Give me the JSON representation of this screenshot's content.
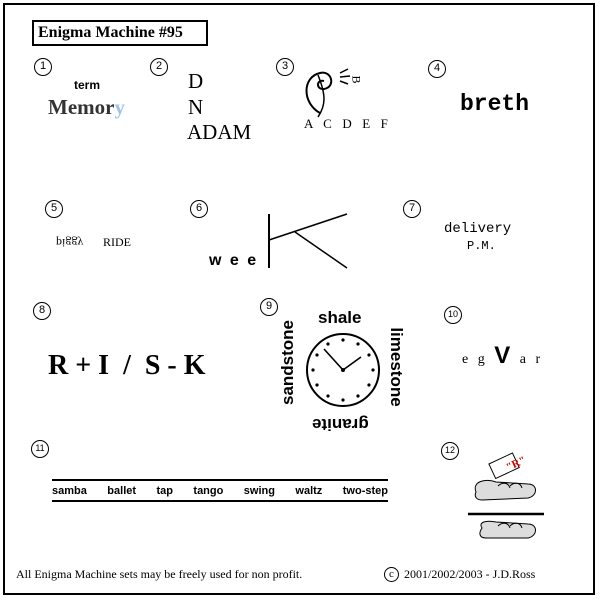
{
  "title": "Enigma Machine #95",
  "numbers": [
    "1",
    "2",
    "3",
    "4",
    "5",
    "6",
    "7",
    "8",
    "9",
    "10",
    "11",
    "12"
  ],
  "puzzle1": {
    "small": "term",
    "main": "Memor",
    "last": "y"
  },
  "puzzle2": {
    "line1": "D",
    "line2": "N",
    "line3": "ADAM"
  },
  "puzzle3": {
    "letter": "B",
    "row": "A  C  D  E  F"
  },
  "puzzle4": {
    "word": "breth"
  },
  "puzzle5": {
    "flipped": "piggy",
    "word": "RIDE"
  },
  "puzzle6": {
    "word": "w e e"
  },
  "puzzle7": {
    "line1": "delivery",
    "line2": "P.M."
  },
  "puzzle8": {
    "text": "R + I  /  S - K"
  },
  "puzzle9": {
    "top": "shale",
    "left": "sandstone",
    "right": "limestone",
    "bottom": "granite"
  },
  "puzzle10": {
    "before": "e g",
    "big": "V",
    "after": "a r"
  },
  "puzzle11": {
    "dances": [
      "samba",
      "ballet",
      "tap",
      "tango",
      "swing",
      "waltz",
      "two-step"
    ]
  },
  "puzzle12": {
    "tag": "\"R\""
  },
  "footer": {
    "left": "All Enigma Machine sets may be freely used for non profit.",
    "copyright_symbol": "c",
    "right": "2001/2002/2003 - J.D.Ross"
  }
}
